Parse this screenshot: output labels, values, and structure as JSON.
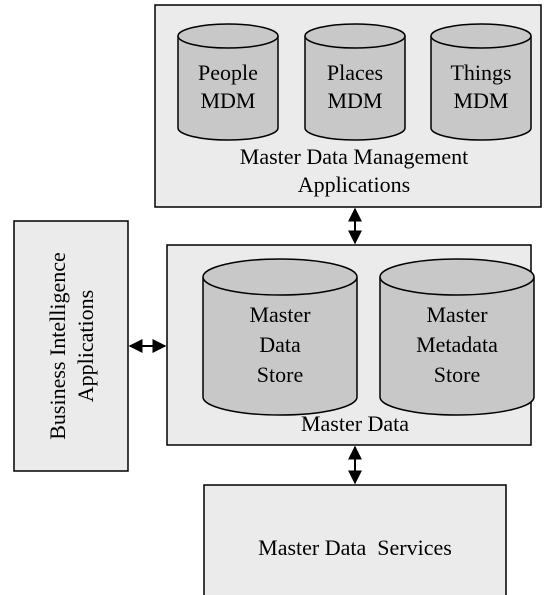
{
  "mdm_apps": {
    "databases": [
      {
        "line1": "People",
        "line2": "MDM"
      },
      {
        "line1": "Places",
        "line2": "MDM"
      },
      {
        "line1": "Things",
        "line2": "MDM"
      }
    ],
    "label_line1": "Master Data Management",
    "label_line2": "Applications"
  },
  "master_data": {
    "store1": {
      "line1": "Master",
      "line2": "Data",
      "line3": "Store"
    },
    "store2": {
      "line1": "Master",
      "line2": "Metadata",
      "line3": "Store"
    },
    "label": "Master Data"
  },
  "bi_apps": {
    "line1": "Business Intelligence",
    "line2": "Applications"
  },
  "services": {
    "label": "Master Data  Services"
  },
  "colors": {
    "box_fill": "#ebebeb",
    "cylinder_fill": "#c8c8c8",
    "stroke": "#000000"
  }
}
